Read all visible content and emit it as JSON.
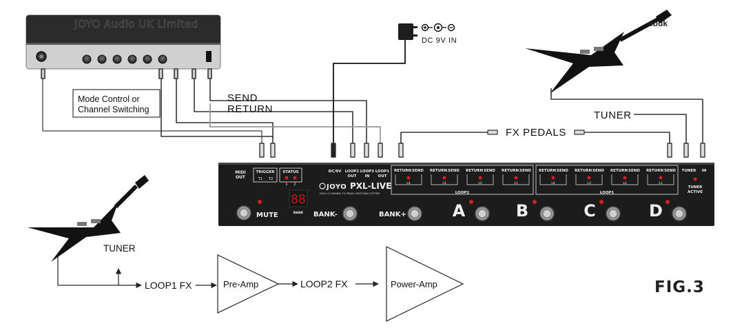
{
  "amp": {
    "brand": "JOYO Audio UK Limited"
  },
  "power": {
    "label": "DC 9V IN"
  },
  "guitar_top": {
    "logo": "ebuk"
  },
  "labels": {
    "mode_control": "Mode Control or",
    "channel_switching": "Channel Switching",
    "send": "SEND",
    "return": "RETURN",
    "fx_pedals": "FX PEDALS",
    "tuner_top": "TUNER",
    "tuner_bottom": "TUNER",
    "fig": "FIG.3"
  },
  "pedal": {
    "brand": "JOYO",
    "model": "PXL-LIVE",
    "subtitle": "DUAL 4 CHANNEL FX PEDAL SWITCHING SYSTEM",
    "midi_out": [
      "MIDI",
      "OUT"
    ],
    "trigger": "TRIGGER",
    "t1": "T1",
    "t2": "T2",
    "status": "STATUS",
    "status_1": "1",
    "status_2": "2",
    "dc9v": "DC/9V",
    "loop2_out": [
      "LOOP2",
      "OUT"
    ],
    "loop2_in": [
      "LOOP2",
      "IN"
    ],
    "loop1_out": [
      "LOOP1",
      "OUT"
    ],
    "tuner": "TUNER",
    "in": "IN",
    "tuner_active": [
      "TUNER",
      "ACTIVE"
    ],
    "return_word": "RETURN",
    "send_word": "SEND",
    "loop2_banner": "LOOP2",
    "loop1_banner": "LOOP1",
    "loop_labels": [
      "L4",
      "L3",
      "L2",
      "L1",
      "L4",
      "L3",
      "L2",
      "L1"
    ],
    "display": "88",
    "bank": "BANK",
    "mute": "MUTE",
    "bank_minus": "BANK-",
    "bank_plus": "BANK+",
    "channels": [
      "A",
      "B",
      "C",
      "D"
    ]
  },
  "signal_chain": {
    "loop1_fx": "LOOP1 FX",
    "pre_amp": "Pre-Amp",
    "loop2_fx": "LOOP2 FX",
    "power_amp": "Power-Amp"
  },
  "colors": {
    "pedal_body": "#1c1c1c",
    "led": "#d42020",
    "display_red": "#e01818",
    "wire": "#222222",
    "grey_wire": "#8a8a8a",
    "amp_body": "#c8c8c8",
    "amp_top": "#2a2a2a"
  }
}
